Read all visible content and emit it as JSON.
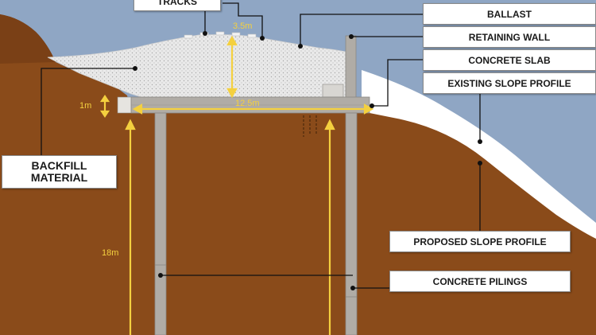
{
  "labels": {
    "tracks": "TRACKS",
    "ballast": "BALLAST",
    "retaining_wall": "RETAINING WALL",
    "concrete_slab": "CONCRETE SLAB",
    "existing_slope": "EXISTING SLOPE PROFILE",
    "backfill_line1": "BACKFILL",
    "backfill_line2": "MATERIAL",
    "proposed_slope": "PROPOSED SLOPE PROFILE",
    "concrete_pilings": "CONCRETE PILINGS"
  },
  "dimensions": {
    "ballast_height": "3.5m",
    "slab_width": "12.5m",
    "step_height": "1m",
    "piling_depth": "18m"
  },
  "colors": {
    "sky": "#8fa6c4",
    "soil": "#8a4b1a",
    "soil_dark": "#6e3a12",
    "ballast": "#e6e6e6",
    "concrete": "#b0aca6",
    "dimension": "#f4d03f",
    "existing_slope": "#ffffff"
  }
}
